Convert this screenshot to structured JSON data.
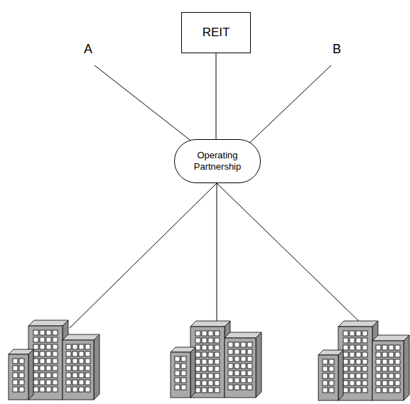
{
  "diagram": {
    "nodes": [
      {
        "text": [
          "REIT"
        ]
      },
      {
        "text": [
          "Operating Partnership"
        ]
      }
    ],
    "edges": [
      {
        "from": 0,
        "to": 1,
        "arrow": "none"
      }
    ],
    "labels": [
      "A",
      "B"
    ]
  }
}
